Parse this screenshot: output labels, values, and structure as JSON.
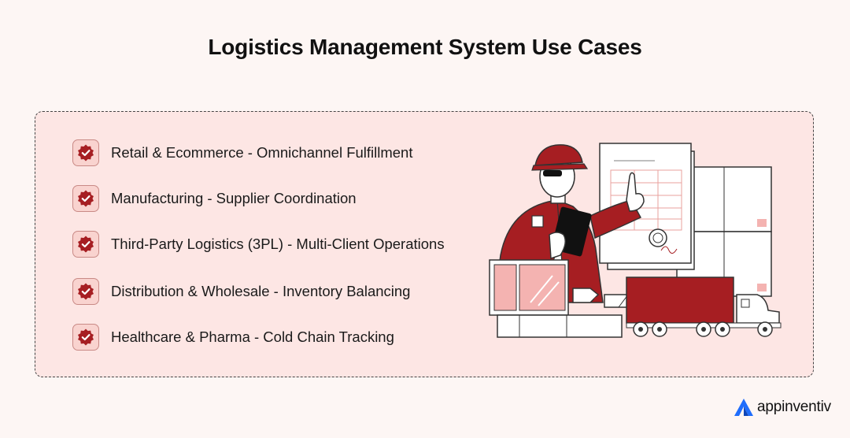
{
  "title": "Logistics Management System Use Cases",
  "use_cases": [
    {
      "label": "Retail & Ecommerce - Omnichannel Fulfillment"
    },
    {
      "label": "Manufacturing - Supplier Coordination"
    },
    {
      "label": "Third-Party Logistics (3PL) - Multi-Client Operations"
    },
    {
      "label": "Distribution & Wholesale - Inventory Balancing"
    },
    {
      "label": "Healthcare & Pharma - Cold Chain Tracking"
    }
  ],
  "icons": {
    "item": "check-badge-icon",
    "brand": "appinventiv-logo-icon"
  },
  "colors": {
    "accent": "#a61e22",
    "panel": "#fde6e4",
    "pink": "#f4b3b1"
  },
  "brand": {
    "name": "appinventiv"
  }
}
